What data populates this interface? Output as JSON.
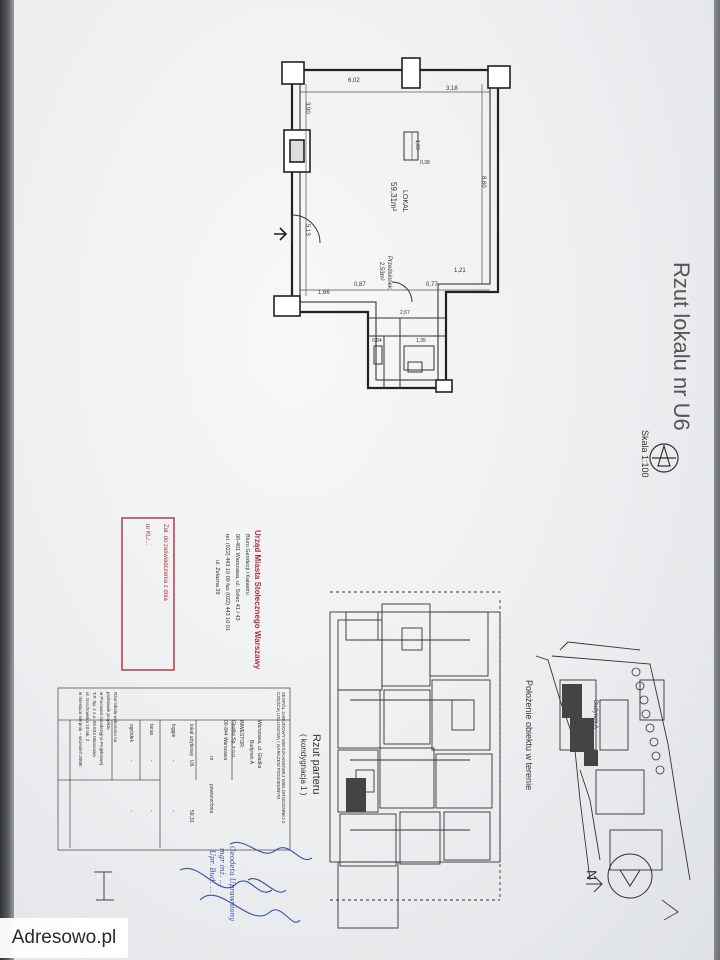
{
  "title_sheet": "Rzut lokalu nr U6",
  "scale_label": "Skala 1:100",
  "unit_label": "LOKAL",
  "unit_area": "59,31m²",
  "small_room_label": "Przedsionek",
  "small_room_area": "2,53m²",
  "dims": {
    "top_a": "6,02",
    "top_b": "3,18",
    "right": "8,60",
    "bottom_right": "1,21",
    "bottom_mid": "0,77",
    "bottom_left": "1,66",
    "bottom_c": "0,87",
    "left_a": "5,13",
    "left_b": "3,90",
    "col_a": "1,03",
    "col_b": "0,38",
    "hall": "2,67",
    "small_1": "1,35",
    "small_2": "0,94"
  },
  "location_title": "Położenie obiektu w terenie",
  "building_label": "Budynek A",
  "ground_plan_title": "Rzut parteru",
  "ground_plan_sub": "( kondygnacja 1 )",
  "city_stamp": {
    "title": "Urząd Miasta Stołecznego Warszawy",
    "lines": [
      "Biuro Geodezji i Katastru",
      "00-401 Warszawa, ul. Solec 41 / 43",
      "tel. (022) 443 10 00 fax (022) 443 10 01",
      "ul. Żelazna 39"
    ]
  },
  "red_box_lines": [
    "Zał. do zaświadczenia z dnia",
    "nr KL/..."
  ],
  "project_table": {
    "header": "ZESPÓŁ ZABUDOWY MIESZKANIOWEJ WIELORODZINNEJ Z CZĘŚCIĄ USŁUGOWĄ I GARAŻEM PODZIEMNYM",
    "address": "Warszawa, ul. Gładka",
    "building": "Budynek A",
    "investor_label": "INWESTOR:",
    "investor": "Gładka Sp. z o.o.",
    "investor_addr": "00-844 Warszawa",
    "rows": [
      {
        "label": "lokal użytkowy",
        "a": "U6",
        "b": "59,31"
      },
      {
        "label": "loggie",
        "a": "-",
        "b": "-"
      },
      {
        "label": "taras",
        "a": "-",
        "b": "-"
      },
      {
        "label": "ogródek",
        "a": "-",
        "b": "-"
      }
    ],
    "col_label": "powierzchnia",
    "col_label2": "nr",
    "footer": [
      "Rzut lokalu wykonano na",
      "podstawie projektu",
      "w Pracowni Geodezyjno-Projektowej",
      "T.P. Sp. z o.o. 03-833 Warszawa",
      "ul. Grochowska 10 lok. 2",
      "w miesiącu sierpniu – wrzesień 2008r."
    ]
  },
  "signature_lines": [
    "Geodeta Uprawniony",
    "mgr inż. ...",
    "Upr. Bud. ..."
  ],
  "north_label": "N",
  "watermark": "Adresowo.pl"
}
